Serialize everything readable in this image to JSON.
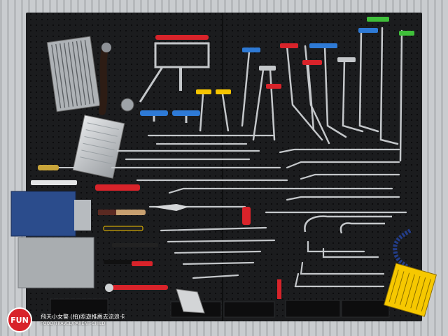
{
  "photo": {
    "subject": "pegboard-tool-wall",
    "colors": {
      "board": "#1b1c1e",
      "wall": "#c9cccf",
      "rod": "#c4c7ca",
      "handle_blue": "#2e7ad6",
      "handle_red": "#d8232a",
      "handle_yellow": "#f5c400",
      "handle_green": "#3fbf3a",
      "pad_yellow": "#f6c800",
      "hammer_handle": "#c8a070"
    }
  },
  "watermark": {
    "logo_text": "FUN",
    "line1": "飛天小女警 (拍)照遊推薦去流浪卡",
    "line2": "FOOD/TRAVEL/PARENT-CHILD"
  }
}
